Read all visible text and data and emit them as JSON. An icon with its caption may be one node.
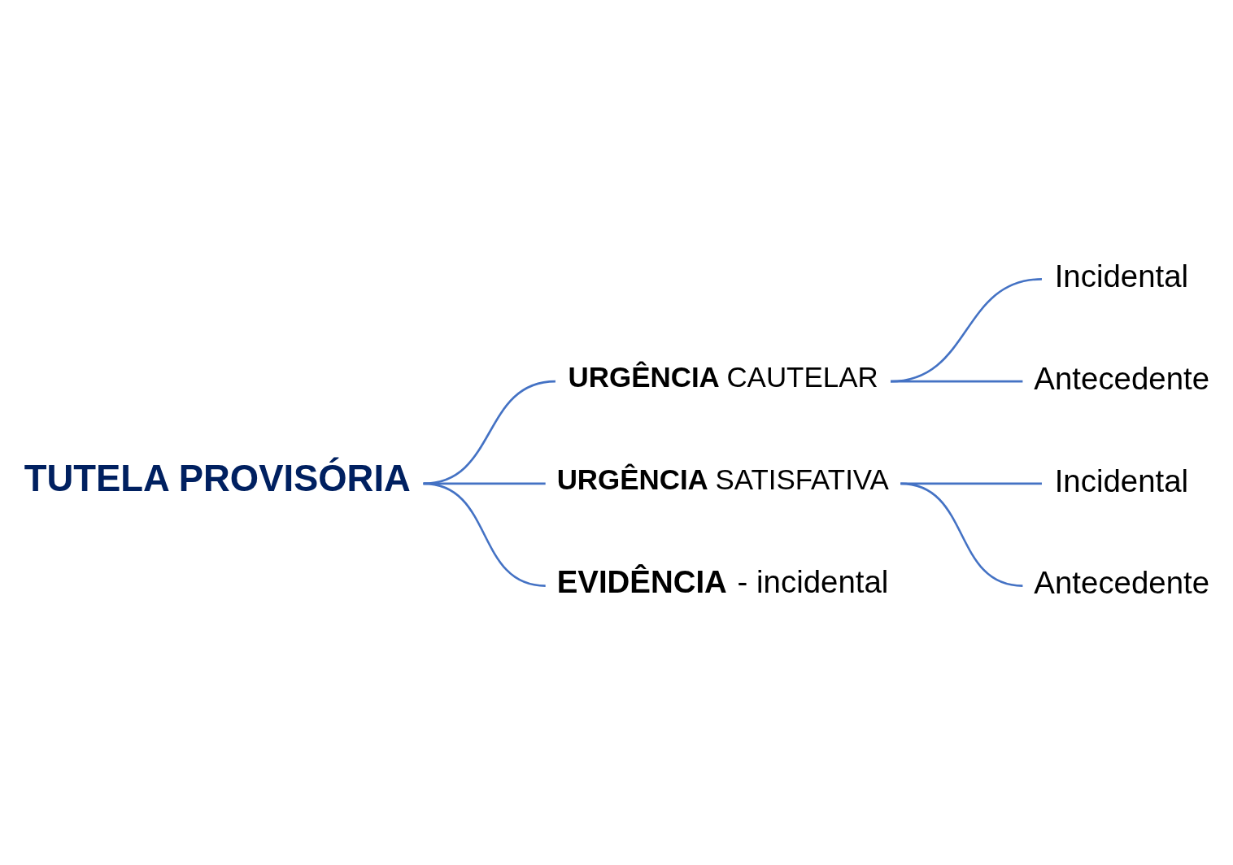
{
  "diagram": {
    "nodes": [
      {
        "text": [
          "TUTELA PROVISÓRIA"
        ]
      },
      {
        "text": [
          "**URGÊNCIA** CAUTELAR"
        ]
      },
      {
        "text": [
          "Incidental"
        ]
      },
      {
        "text": [
          "Antecedente"
        ]
      },
      {
        "text": [
          "**URGÊNCIA** SATISFATIVA"
        ]
      },
      {
        "text": [
          "Incidental"
        ]
      },
      {
        "text": [
          "Antecedente"
        ]
      },
      {
        "text": [
          "**EVIDÊNCIA** - incidental"
        ]
      }
    ],
    "edges": [
      {
        "from": 0,
        "to": 1,
        "arrow": "none"
      },
      {
        "from": 0,
        "to": 4,
        "arrow": "none"
      },
      {
        "from": 0,
        "to": 7,
        "arrow": "none"
      },
      {
        "from": 1,
        "to": 2,
        "arrow": "none"
      },
      {
        "from": 1,
        "to": 3,
        "arrow": "none"
      },
      {
        "from": 4,
        "to": 5,
        "arrow": "none"
      },
      {
        "from": 4,
        "to": 6,
        "arrow": "none"
      }
    ]
  }
}
